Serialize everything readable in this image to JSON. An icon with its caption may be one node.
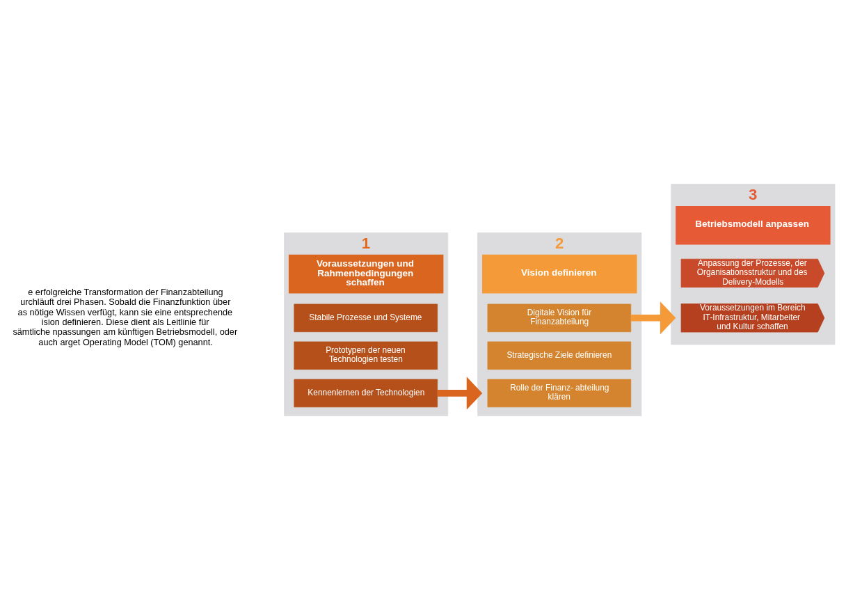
{
  "diagram": {
    "nodes": [
      {
        "text": [
          "Voraussetzungen und Rahmenbedingungen schaffen"
        ],
        "beside": [
          "1"
        ]
      },
      {
        "text": [
          "Stabile Prozesse und Systeme"
        ],
        "in": 0
      },
      {
        "text": [
          "Prototypen der neuen Technologien testen"
        ],
        "in": 0
      },
      {
        "text": [
          "Kennenlernen der Technologien"
        ],
        "in": 0
      },
      {
        "text": [
          "Vision definieren"
        ],
        "beside": [
          "2"
        ]
      },
      {
        "text": [
          "Digitale Vision für Finanzabteilung"
        ],
        "in": 4
      },
      {
        "text": [
          "Strategische Ziele definieren"
        ],
        "in": 4
      },
      {
        "text": [
          "Rolle der Finanz- abteilung klären"
        ],
        "in": 4
      },
      {
        "text": [
          "Betriebsmodell anpassen"
        ],
        "beside": [
          "3"
        ]
      },
      {
        "text": [
          "Anpassung der Prozesse, der Organisationsstruktur und des Delivery-Modells"
        ],
        "in": 8
      },
      {
        "text": [
          "Voraussetzungen im Bereich IT-Infrastruktur, Mitarbeiter und Kultur schaffen"
        ],
        "in": 8
      }
    ],
    "edges": [
      {
        "from": 3,
        "to": 4,
        "arrow": "to",
        "color": "#d9651f"
      },
      {
        "from": 5,
        "to": 8,
        "arrow": "to",
        "color": "#f59a38"
      }
    ],
    "labels": [
      "e erfolgreiche Transformation der Finanzabteilung urchläuft drei Phasen. Sobald die Finanzfunktion über as nötige Wissen verfügt, kann sie eine entsprechende ision definieren. Diese dient als Leitlinie für sämtliche npassungen am künftigen Betriebsmodell, oder auch arget Operating Model (TOM) genannt."
    ]
  }
}
